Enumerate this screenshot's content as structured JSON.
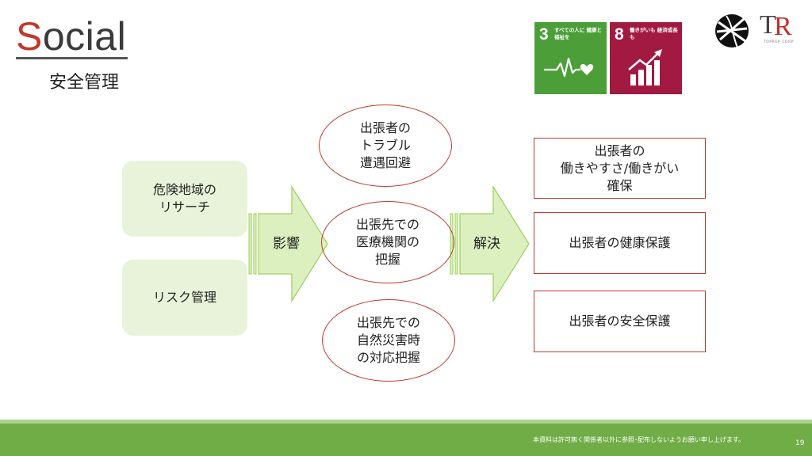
{
  "header": {
    "title_first": "S",
    "title_rest": "ocial",
    "subtitle": "安全管理"
  },
  "sdg": [
    {
      "number": "3",
      "text": "すべての人に 健康と福祉を",
      "color": "#4c9f38",
      "icon": "heartbeat-icon"
    },
    {
      "number": "8",
      "text": "働きがいも 経済成長も",
      "color": "#a21942",
      "icon": "growth-chart-icon"
    }
  ],
  "logos": {
    "tr_mark_t": "T",
    "tr_mark_r": "R",
    "tr_corp": "TOPREP CORP"
  },
  "diagram": {
    "inputs": [
      "危険地域の\nリサーチ",
      "リスク管理"
    ],
    "arrow1": "影響",
    "issues": [
      "出張者の\nトラブル\n遭遇回避",
      "出張先での\n医療機関の\n把握",
      "出張先での\n自然災害時\nの対応把握"
    ],
    "arrow2": "解決",
    "outcomes": [
      "出張者の\n働きやすさ/働きがい\n確保",
      "出張者の健康保護",
      "出張者の安全保護"
    ]
  },
  "footer": {
    "note": "本資料は許可無く関係者以外に参照･配布しないようお願い申し上げます。",
    "page": "19"
  },
  "colors": {
    "accent_red": "#c0392b",
    "green_box": "#e9f3d9",
    "arrow_fill": "#dcf0bf",
    "arrow_stroke": "#9bd05a",
    "footer_green": "#70ad47"
  }
}
